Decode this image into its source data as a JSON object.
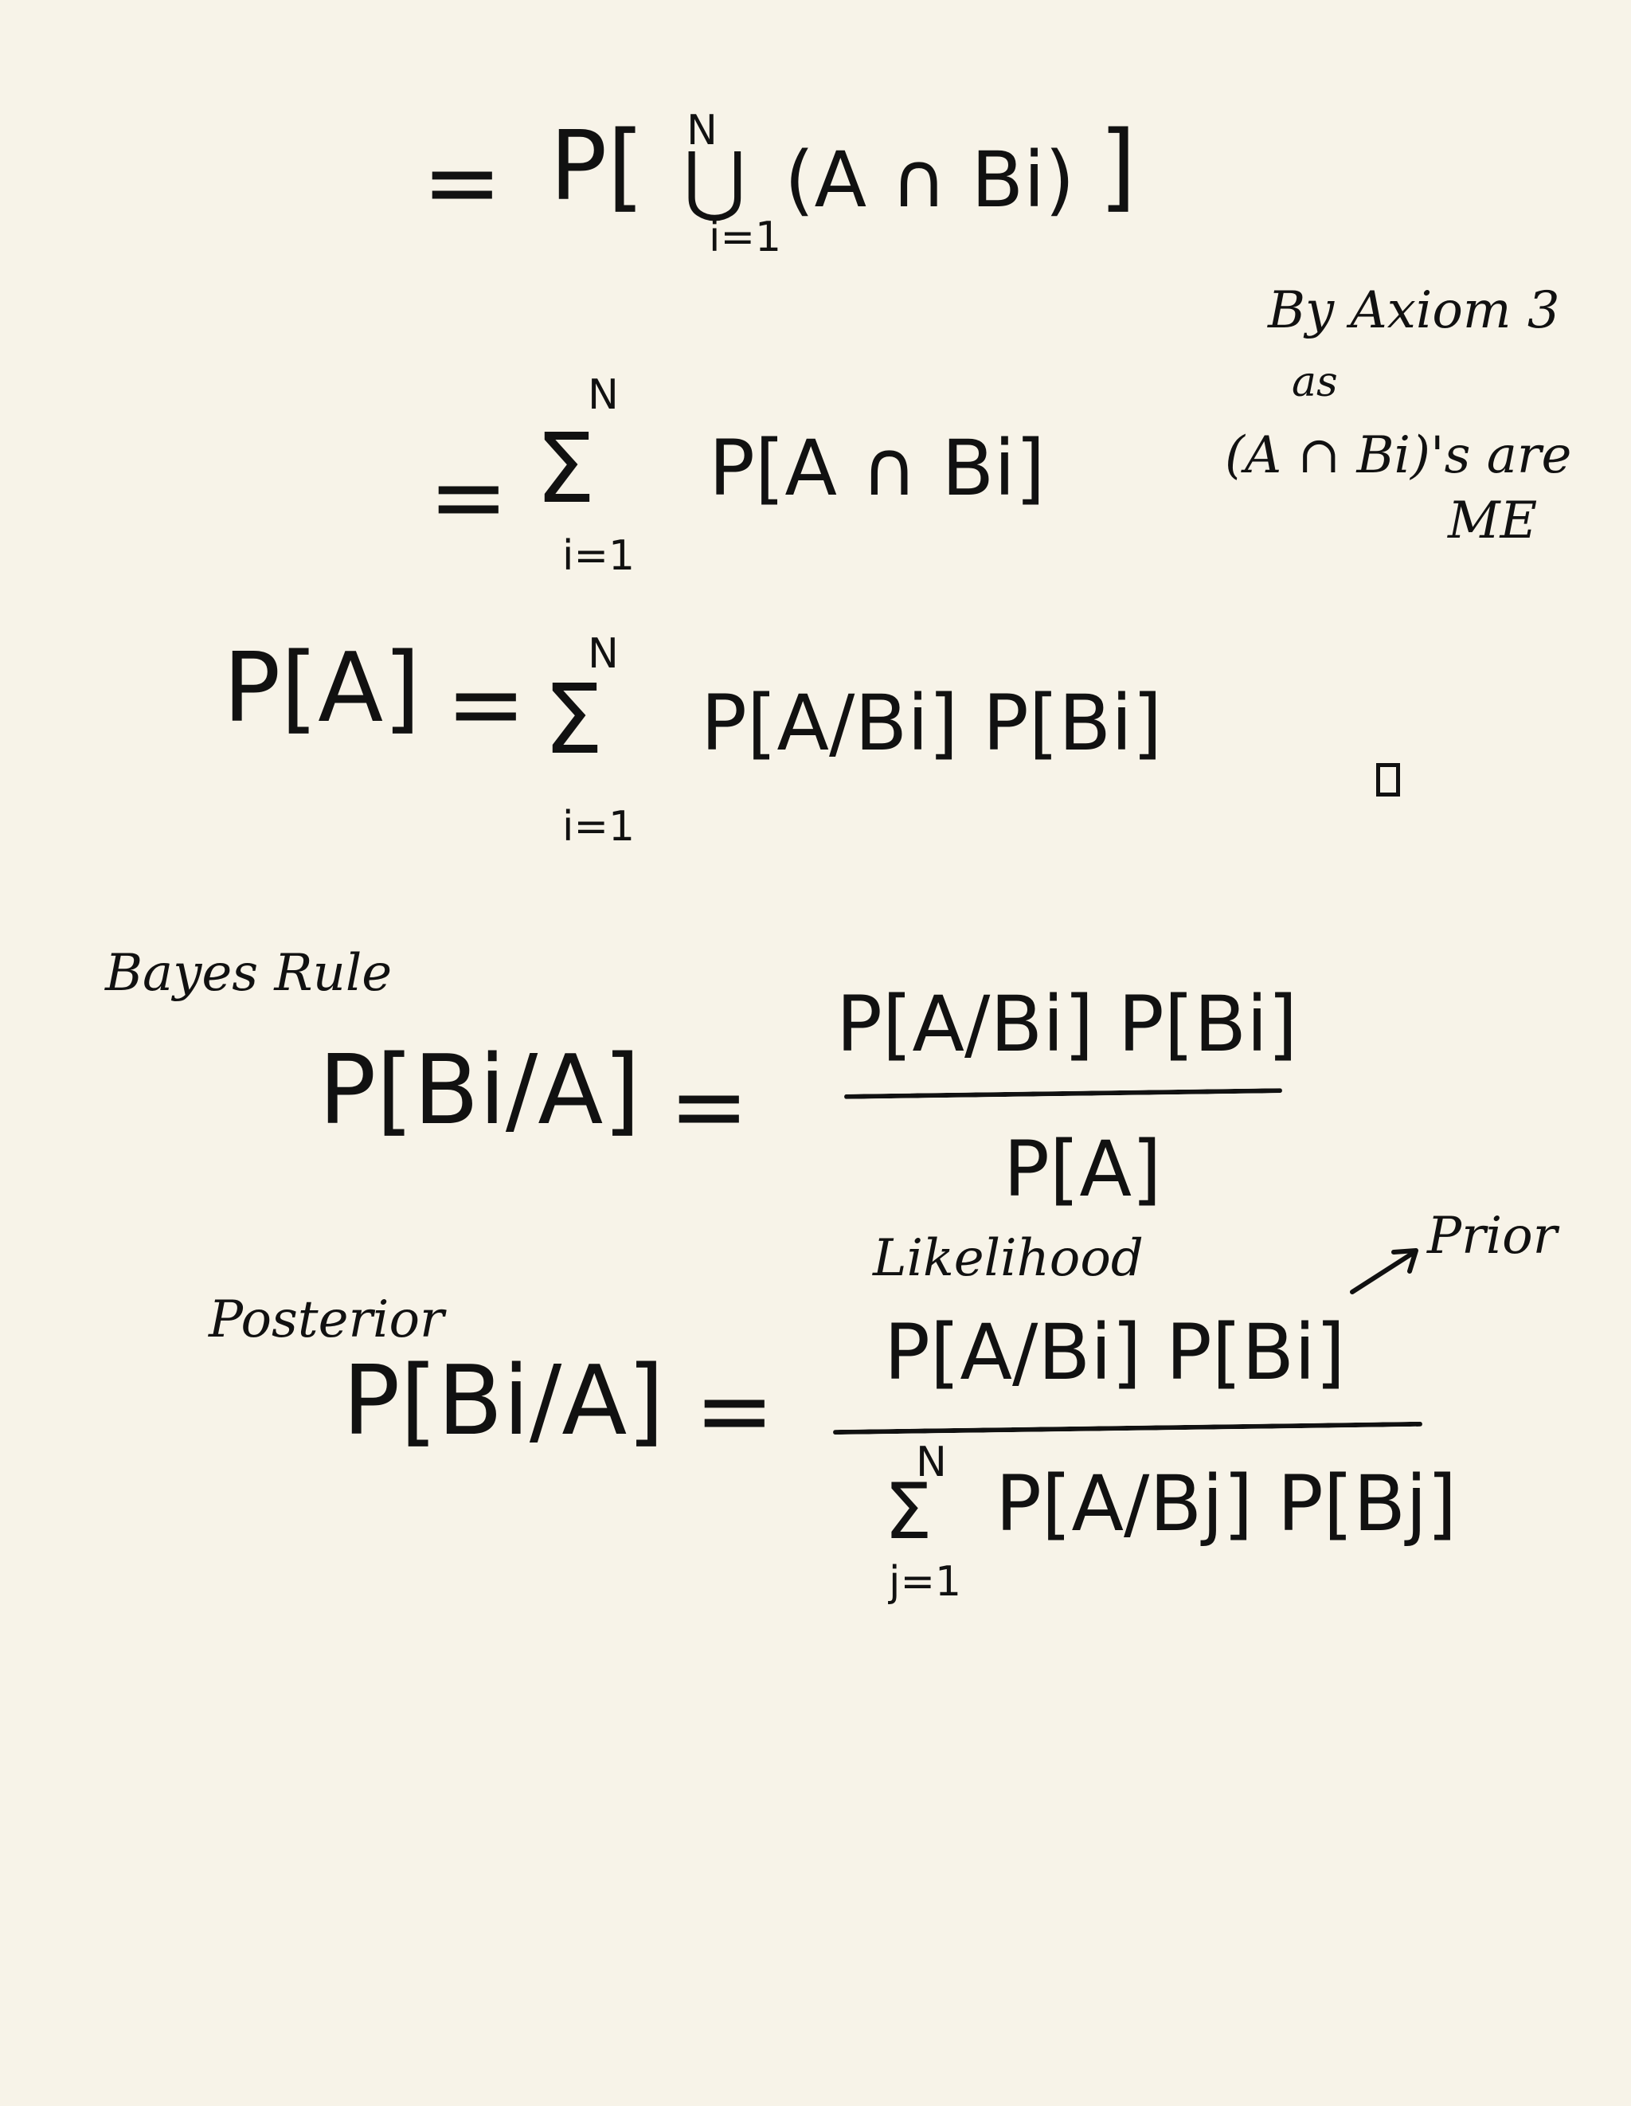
{
  "line1": {
    "eq": "=",
    "expr_open": "P[",
    "op": "⋃",
    "upper": "N",
    "lower": "i=1",
    "expr_body": "(A ∩ Bi)",
    "expr_close": "]"
  },
  "line2": {
    "eq": "=",
    "op": "Σ",
    "upper": "N",
    "lower": "i=1",
    "expr": "P[A ∩ Bi]",
    "note_line1": "By Axiom 3",
    "note_line2": "as",
    "note_line3": "(A ∩ Bi)'s are",
    "note_line4": "ME"
  },
  "line3": {
    "lhs": "P[A]",
    "eq": "=",
    "op": "Σ",
    "upper": "N",
    "lower": "i=1",
    "expr": "P[A/Bi]  P[Bi]",
    "qed": "□"
  },
  "bayes": {
    "heading": "Bayes Rule",
    "lhs": "P[Bi/A]",
    "eq": "=",
    "numerator": "P[A/Bi] P[Bi]",
    "denominator": "P[A]"
  },
  "posterior": {
    "label_posterior": "Posterior",
    "label_likelihood": "Likelihood",
    "label_prior": "Prior",
    "lhs": "P[Bi/A]",
    "eq": "=",
    "numerator": "P[A/Bi] P[Bi]",
    "den_op": "Σ",
    "den_upper": "N",
    "den_lower": "j=1",
    "den_expr": "P[A/Bj] P[Bj]"
  }
}
